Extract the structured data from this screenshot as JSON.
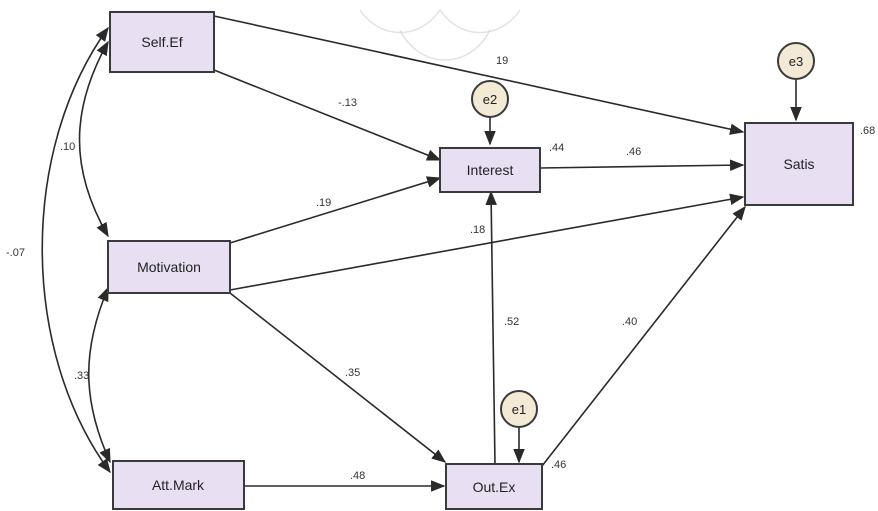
{
  "nodes": {
    "self_ef": "Self.Ef",
    "motivation": "Motivation",
    "att_mark": "Att.Mark",
    "interest": "Interest",
    "out_ex": "Out.Ex",
    "satis": "Satis"
  },
  "errors": {
    "e1": "e1",
    "e2": "e2",
    "e3": "e3"
  },
  "coefficients": {
    "selfef_satis": "19",
    "selfef_interest": "-.13",
    "motivation_interest": ".19",
    "motivation_outex": ".35",
    "attmark_outex": ".48",
    "interest_satis": ".46",
    "outex_interest": ".52",
    "outex_satis": ".40",
    "cov_selfef_motivation": ".10",
    "cov_selfef_attmark": "-.07",
    "cov_motivation_attmark": ".33",
    "r2_interest": ".44",
    "r2_outex": ".46",
    "r2_satis": ".68",
    "motivation_satis": ".18"
  },
  "colors": {
    "box_fill": "#e8e0f2",
    "error_fill": "#f3ead6",
    "line": "#2a2a2a"
  }
}
